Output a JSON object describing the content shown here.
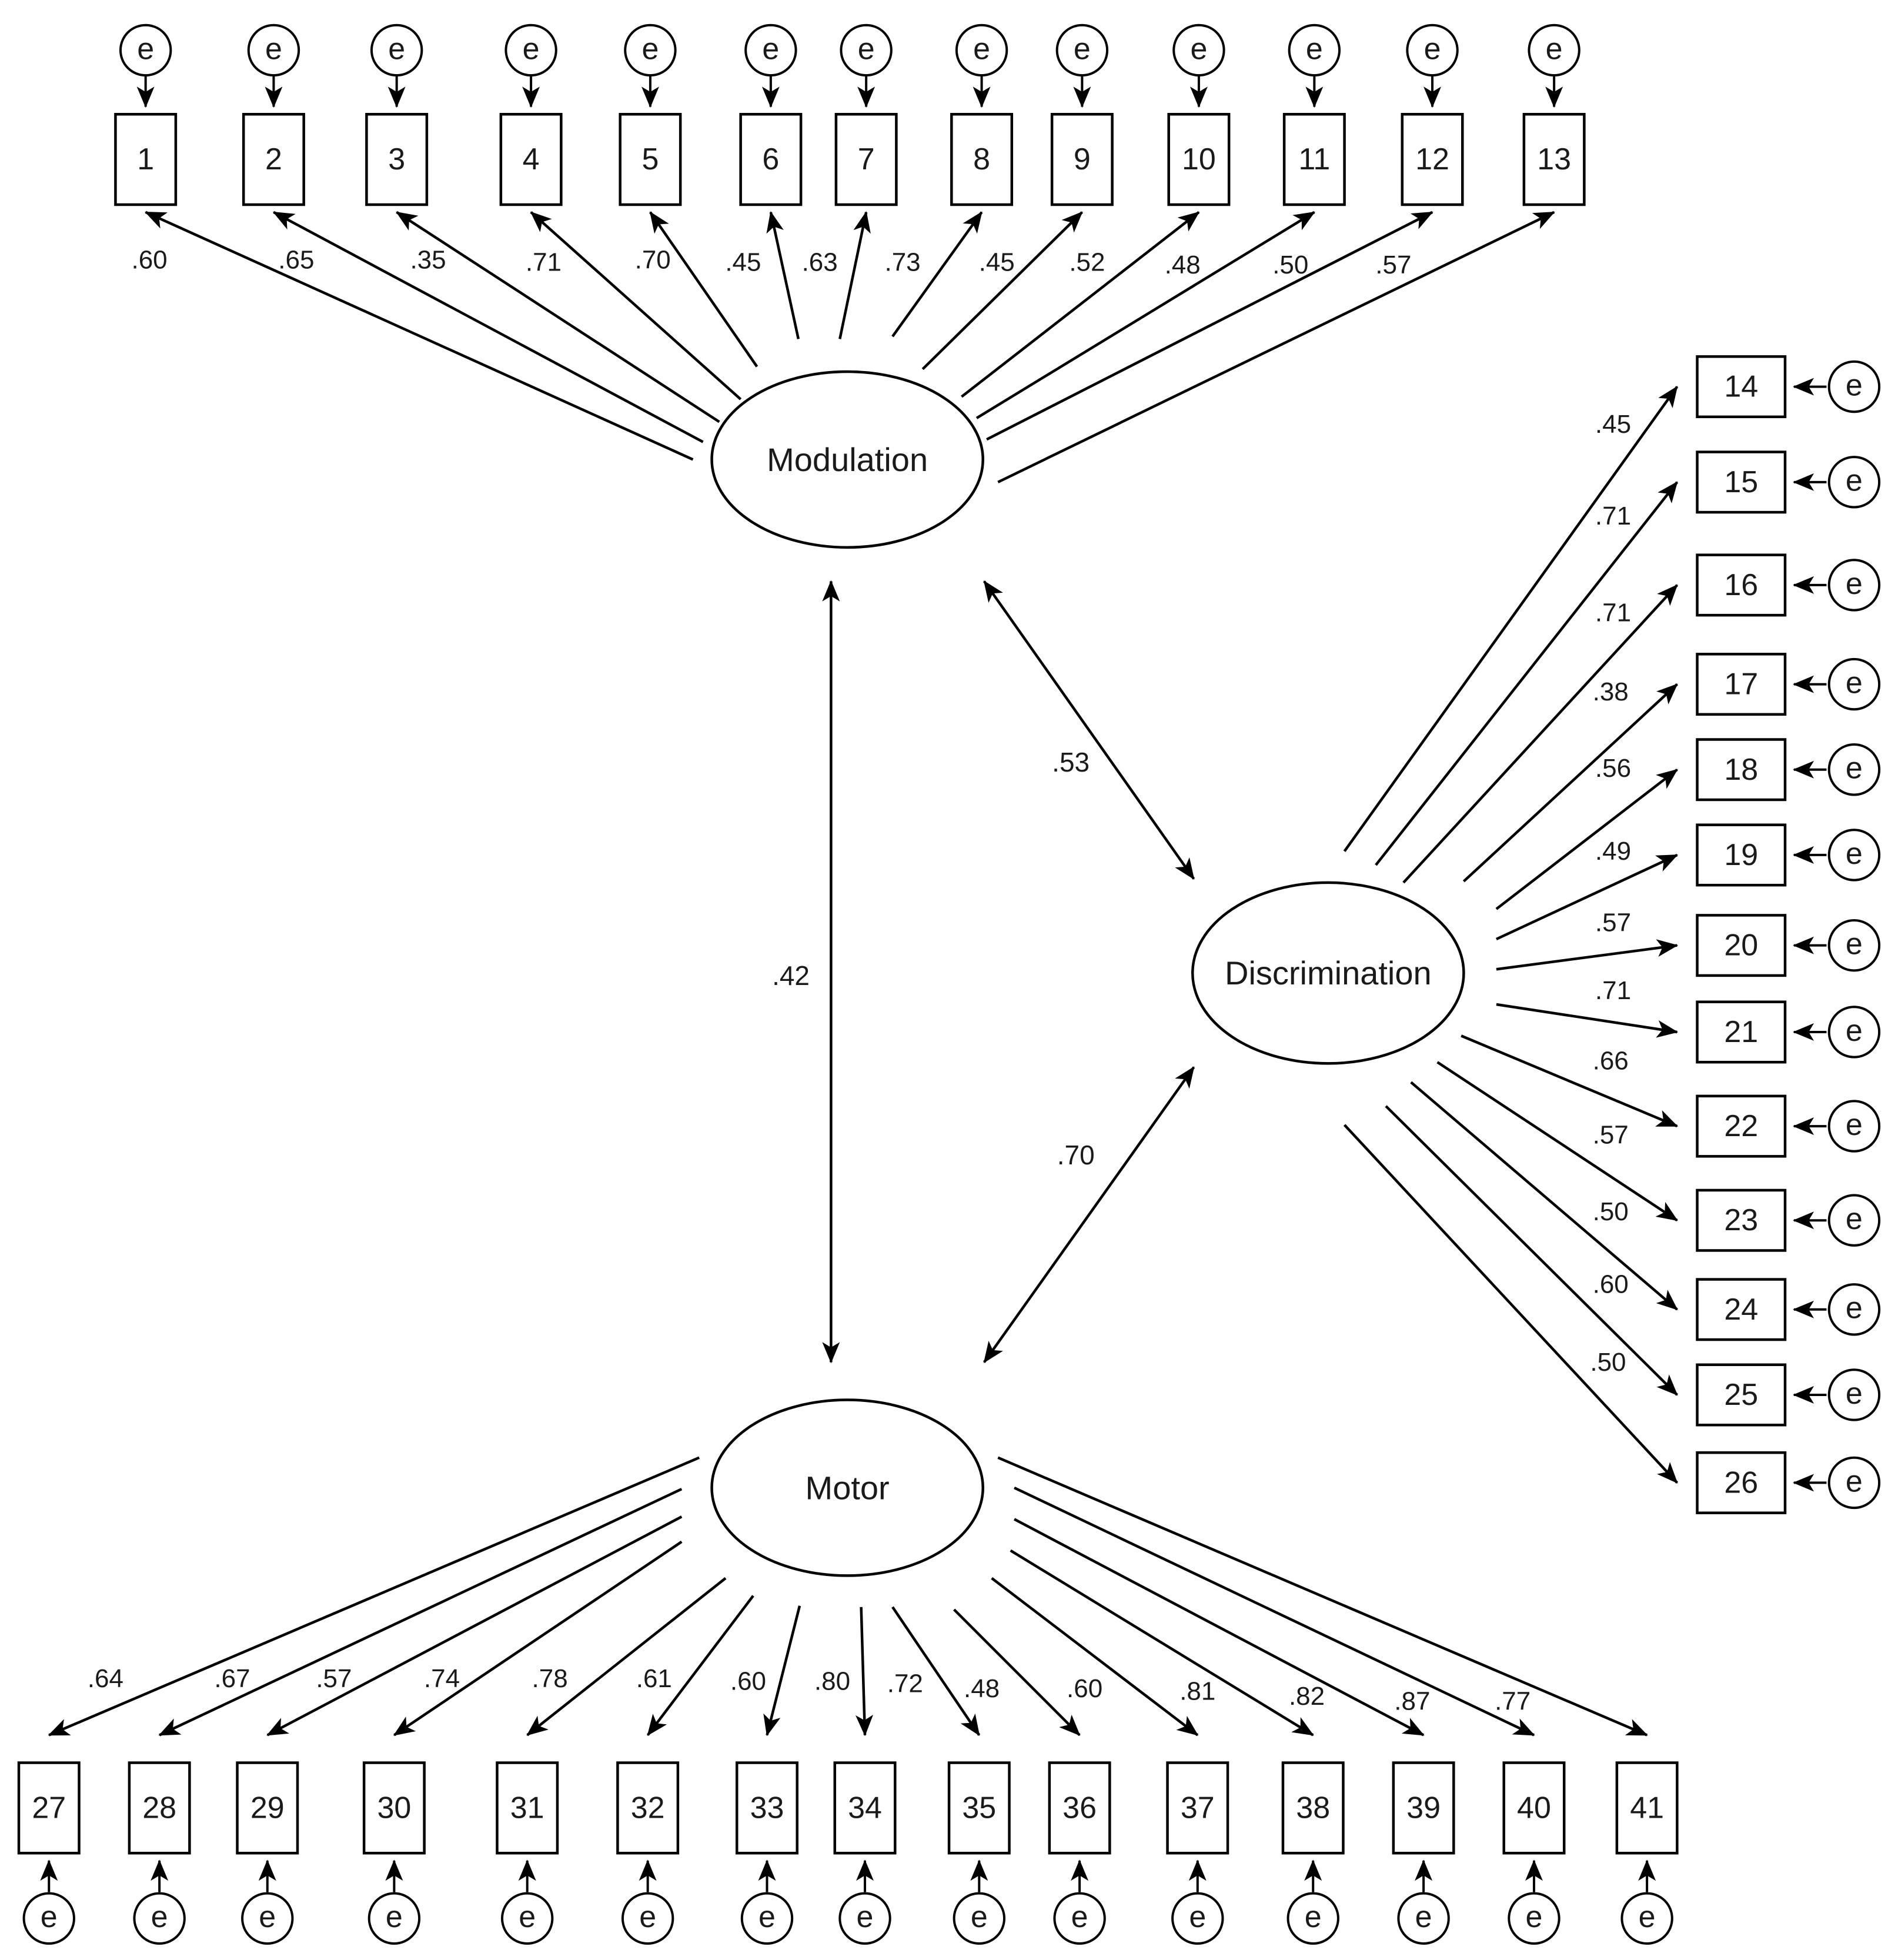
{
  "factors": {
    "modulation": "Modulation",
    "discrimination": "Discrimination",
    "motor": "Motor"
  },
  "error_label": "e",
  "modulation_items": [
    {
      "id": "1",
      "loading": ".60"
    },
    {
      "id": "2",
      "loading": ".65"
    },
    {
      "id": "3",
      "loading": ".35"
    },
    {
      "id": "4",
      "loading": ".71"
    },
    {
      "id": "5",
      "loading": ".70"
    },
    {
      "id": "6",
      "loading": ".45"
    },
    {
      "id": "7",
      "loading": ".63"
    },
    {
      "id": "8",
      "loading": ".73"
    },
    {
      "id": "9",
      "loading": ".45"
    },
    {
      "id": "10",
      "loading": ".52"
    },
    {
      "id": "11",
      "loading": ".48"
    },
    {
      "id": "12",
      "loading": ".50"
    },
    {
      "id": "13",
      "loading": ".57"
    }
  ],
  "discrimination_items": [
    {
      "id": "14",
      "loading": ".45"
    },
    {
      "id": "15",
      "loading": ".71"
    },
    {
      "id": "16",
      "loading": ".71"
    },
    {
      "id": "17",
      "loading": ".38"
    },
    {
      "id": "18",
      "loading": ".56"
    },
    {
      "id": "19",
      "loading": ".49"
    },
    {
      "id": "20",
      "loading": ".57"
    },
    {
      "id": "21",
      "loading": ".71"
    },
    {
      "id": "22",
      "loading": ".66"
    },
    {
      "id": "23",
      "loading": ".57"
    },
    {
      "id": "24",
      "loading": ".50"
    },
    {
      "id": "25",
      "loading": ".60"
    },
    {
      "id": "26",
      "loading": ".50"
    }
  ],
  "motor_items": [
    {
      "id": "27",
      "loading": ".64"
    },
    {
      "id": "28",
      "loading": ".67"
    },
    {
      "id": "29",
      "loading": ".57"
    },
    {
      "id": "30",
      "loading": ".74"
    },
    {
      "id": "31",
      "loading": ".78"
    },
    {
      "id": "32",
      "loading": ".61"
    },
    {
      "id": "33",
      "loading": ".60"
    },
    {
      "id": "34",
      "loading": ".80"
    },
    {
      "id": "35",
      "loading": ".72"
    },
    {
      "id": "36",
      "loading": ".48"
    },
    {
      "id": "37",
      "loading": ".60"
    },
    {
      "id": "38",
      "loading": ".81"
    },
    {
      "id": "39",
      "loading": ".82"
    },
    {
      "id": "40",
      "loading": ".87"
    },
    {
      "id": "41",
      "loading": ".77"
    }
  ],
  "correlations": {
    "modulation_discrimination": ".53",
    "modulation_motor": ".42",
    "discrimination_motor": ".70"
  }
}
